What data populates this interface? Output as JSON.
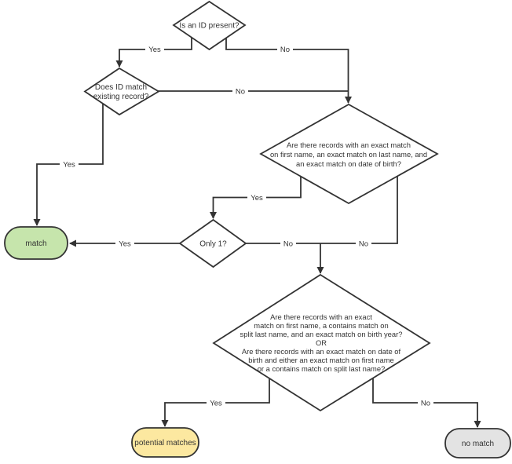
{
  "diagram": {
    "type": "flowchart",
    "colors": {
      "line": "#333333",
      "decision_fill": "#ffffff",
      "match_fill": "#c6e5ac",
      "potential_fill": "#fce8a0",
      "no_match_fill": "#e3e3e3"
    },
    "nodes": {
      "is_id_present": {
        "label": "Is an ID present?"
      },
      "does_id_match": {
        "lines": [
          "Does ID match",
          "existing record?"
        ]
      },
      "exact_match_question": {
        "lines": [
          "Are there records with an exact match",
          "on first name, an exact match on last name, and",
          "an exact match on date of birth?"
        ]
      },
      "only_one": {
        "label": "Only 1?"
      },
      "fuzzy_match_question": {
        "lines": [
          "Are there records with an exact",
          "match on first name, a contains match on",
          "split last name, and an exact match on birth year?",
          "OR",
          "Are there records with an exact match on date of",
          "birth and either an exact match on first name",
          "or a contains match on split last name?"
        ]
      },
      "match": {
        "label": "match"
      },
      "potential_matches": {
        "label": "potential matches"
      },
      "no_match": {
        "label": "no match"
      }
    },
    "edge_labels": {
      "id_present_yes": "Yes",
      "id_present_no": "No",
      "id_match_yes": "Yes",
      "id_match_no": "No",
      "exact_match_yes": "Yes",
      "exact_match_no": "No",
      "only_one_yes": "Yes",
      "only_one_no": "No",
      "fuzzy_match_yes": "Yes",
      "fuzzy_match_no": "No"
    }
  }
}
